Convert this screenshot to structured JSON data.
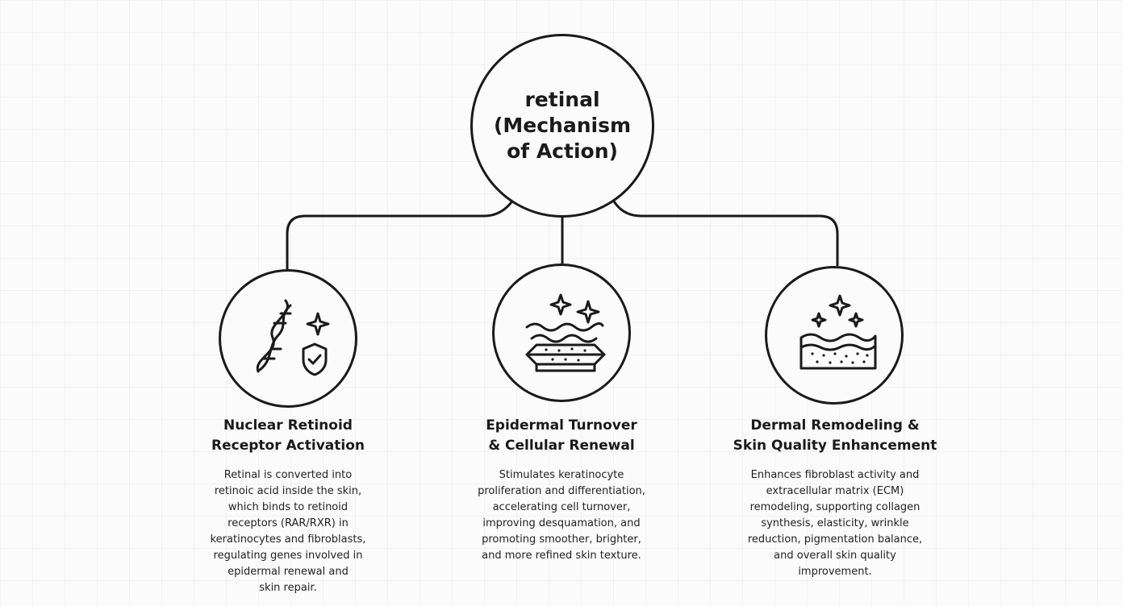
{
  "root": {
    "title": "retinal (Mechanism of Action)"
  },
  "nodes": [
    {
      "title_line1": "Nuclear Retinoid",
      "title_line2": "Receptor Activation",
      "desc_lines": [
        "Retinal is converted into",
        "retinoic acid inside the skin,",
        "which binds to retinoid",
        "receptors (RAR/RXR) in",
        "keratinocytes and fibroblasts,",
        "regulating genes involved in",
        "epidermal renewal and",
        "skin repair."
      ],
      "icons": [
        "dna-icon",
        "sparkle-icon",
        "shield-check-icon"
      ]
    },
    {
      "title_line1": "Epidermal Turnover",
      "title_line2": "& Cellular Renewal",
      "desc_lines": [
        "Stimulates keratinocyte",
        "proliferation and differentiation,",
        "accelerating cell turnover,",
        "improving desquamation, and",
        "promoting smoother, brighter,",
        "and more refined skin texture."
      ],
      "icons": [
        "sparkle-icon",
        "wave-icon",
        "skin-layers-icon"
      ]
    },
    {
      "title_line1": "Dermal Remodeling &",
      "title_line2": "Skin Quality Enhancement",
      "desc_lines": [
        "Enhances fibroblast activity and",
        "extracellular matrix (ECM)",
        "remodeling, supporting collagen",
        "synthesis, elasticity, wrinkle",
        "reduction, pigmentation balance,",
        "and overall skin quality",
        "improvement."
      ],
      "icons": [
        "sparkle-icon",
        "dermis-block-icon"
      ]
    }
  ]
}
